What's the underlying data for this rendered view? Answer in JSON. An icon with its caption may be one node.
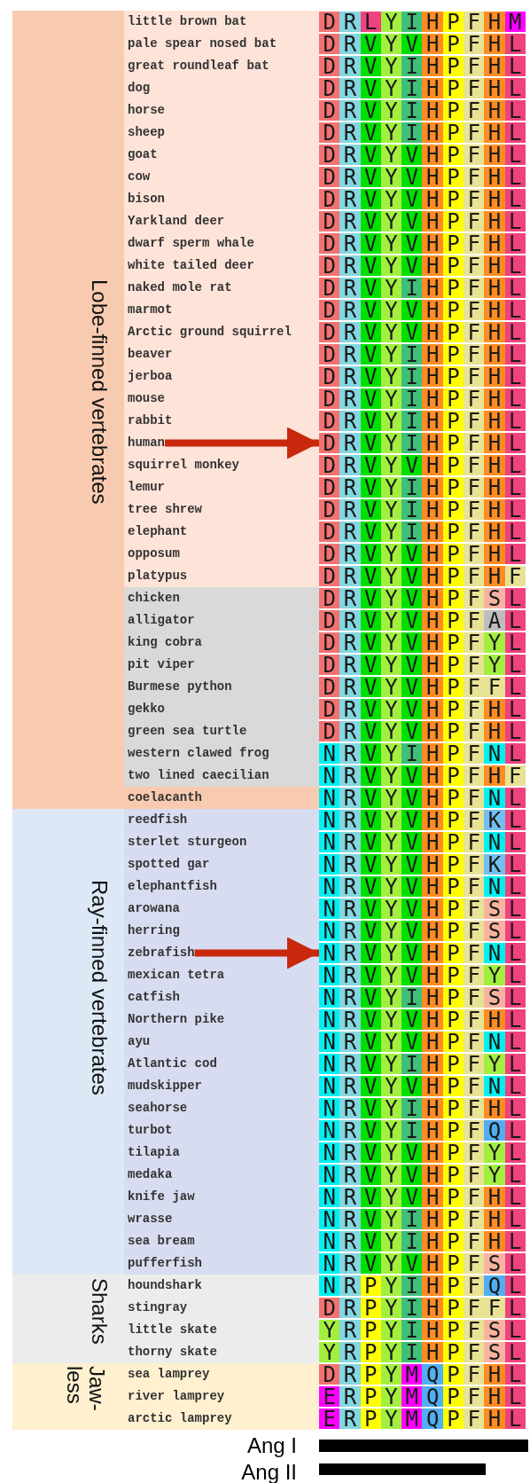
{
  "diagram": {
    "nodes": [
      {
        "text": [
          "Lobe-finned vertebrates"
        ]
      },
      {
        "text": [
          "Ray-finned vertebrates"
        ]
      },
      {
        "text": [
          "Sharks"
        ]
      },
      {
        "text": [
          "Jaw-less"
        ]
      },
      {
        "text": [
          "little brown bat"
        ],
        "in": 0
      },
      {
        "text": [
          "DRLYIHPFHM"
        ]
      },
      {
        "text": [
          "pale spear nosed bat"
        ],
        "in": 0
      },
      {
        "text": [
          "DRVYVHPFHL"
        ]
      },
      {
        "text": [
          "great roundleaf bat"
        ],
        "in": 0
      },
      {
        "text": [
          "DRVYIHPFHL"
        ]
      },
      {
        "text": [
          "dog"
        ],
        "in": 0
      },
      {
        "text": [
          "DRVYIHPFHL"
        ]
      },
      {
        "text": [
          "horse"
        ],
        "in": 0
      },
      {
        "text": [
          "DRVYIHPFHL"
        ]
      },
      {
        "text": [
          "sheep"
        ],
        "in": 0
      },
      {
        "text": [
          "DRVYIHPFHL"
        ]
      },
      {
        "text": [
          "goat"
        ],
        "in": 0
      },
      {
        "text": [
          "DRVYVHPFHL"
        ]
      },
      {
        "text": [
          "cow"
        ],
        "in": 0
      },
      {
        "text": [
          "DRVYVHPFHL"
        ]
      },
      {
        "text": [
          "bison"
        ],
        "in": 0
      },
      {
        "text": [
          "DRVYVHPFHL"
        ]
      },
      {
        "text": [
          "Yarkland deer"
        ],
        "in": 0
      },
      {
        "text": [
          "DRVYVHPFHL"
        ]
      },
      {
        "text": [
          "dwarf sperm whale"
        ],
        "in": 0
      },
      {
        "text": [
          "DRVYVHPFHL"
        ]
      },
      {
        "text": [
          "white tailed deer"
        ],
        "in": 0
      },
      {
        "text": [
          "DRVYVHPFHL"
        ]
      },
      {
        "text": [
          "naked mole rat"
        ],
        "in": 0
      },
      {
        "text": [
          "DRVYIHPFHL"
        ]
      },
      {
        "text": [
          "marmot"
        ],
        "in": 0
      },
      {
        "text": [
          "DRVYVHPFHL"
        ]
      },
      {
        "text": [
          "Arctic ground squirrel"
        ],
        "in": 0
      },
      {
        "text": [
          "DRVYVHPFHL"
        ]
      },
      {
        "text": [
          "beaver"
        ],
        "in": 0
      },
      {
        "text": [
          "DRVYIHPFHL"
        ]
      },
      {
        "text": [
          "jerboa"
        ],
        "in": 0
      },
      {
        "text": [
          "DRVYIHPFHL"
        ]
      },
      {
        "text": [
          "mouse"
        ],
        "in": 0
      },
      {
        "text": [
          "DRVYIHPFHL"
        ]
      },
      {
        "text": [
          "rabbit"
        ],
        "in": 0
      },
      {
        "text": [
          "DRVYIHPFHL"
        ]
      },
      {
        "text": [
          "human"
        ],
        "in": 0
      },
      {
        "text": [
          "DRVYIHPFHL"
        ]
      },
      {
        "text": [
          "squirrel monkey"
        ],
        "in": 0
      },
      {
        "text": [
          "DRVYVHPFHL"
        ]
      },
      {
        "text": [
          "lemur"
        ],
        "in": 0
      },
      {
        "text": [
          "DRVYIHPFHL"
        ]
      },
      {
        "text": [
          "tree shrew"
        ],
        "in": 0
      },
      {
        "text": [
          "DRVYIHPFHL"
        ]
      },
      {
        "text": [
          "elephant"
        ],
        "in": 0
      },
      {
        "text": [
          "DRVYIHPFHL"
        ]
      },
      {
        "text": [
          "opposum"
        ],
        "in": 0
      },
      {
        "text": [
          "DRVYVHPFHL"
        ]
      },
      {
        "text": [
          "platypus"
        ],
        "in": 0
      },
      {
        "text": [
          "DRVYVHPFHF"
        ]
      },
      {
        "text": [
          "chicken"
        ],
        "in": 0
      },
      {
        "text": [
          "DRVYVHPFSL"
        ]
      },
      {
        "text": [
          "alligator"
        ],
        "in": 0
      },
      {
        "text": [
          "DRVYVHPFAL"
        ]
      },
      {
        "text": [
          "king cobra"
        ],
        "in": 0
      },
      {
        "text": [
          "DRVYVHPFYL"
        ]
      },
      {
        "text": [
          "pit viper"
        ],
        "in": 0
      },
      {
        "text": [
          "DRVYVHPFYL"
        ]
      },
      {
        "text": [
          "Burmese python"
        ],
        "in": 0
      },
      {
        "text": [
          "DRVYVHPFFL"
        ]
      },
      {
        "text": [
          "gekko"
        ],
        "in": 0
      },
      {
        "text": [
          "DRVYVHPFHL"
        ]
      },
      {
        "text": [
          "green sea turtle"
        ],
        "in": 0
      },
      {
        "text": [
          "DRVYVHPFHL"
        ]
      },
      {
        "text": [
          "western clawed frog"
        ],
        "in": 0
      },
      {
        "text": [
          "NRVYIHPFNL"
        ]
      },
      {
        "text": [
          "two lined caecilian"
        ],
        "in": 0
      },
      {
        "text": [
          "NRVYVHPFHF"
        ]
      },
      {
        "text": [
          "coelacanth"
        ],
        "in": 0
      },
      {
        "text": [
          "NRVYVHPFNL"
        ]
      },
      {
        "text": [
          "reedfish"
        ],
        "in": 1
      },
      {
        "text": [
          "NRVYVHPFKL"
        ]
      },
      {
        "text": [
          "sterlet sturgeon"
        ],
        "in": 1
      },
      {
        "text": [
          "NRVYVHPFNL"
        ]
      },
      {
        "text": [
          "spotted gar"
        ],
        "in": 1
      },
      {
        "text": [
          "NRVYVHPFKL"
        ]
      },
      {
        "text": [
          "elephantfish"
        ],
        "in": 1
      },
      {
        "text": [
          "NRVYVHPFNL"
        ]
      },
      {
        "text": [
          "arowana"
        ],
        "in": 1
      },
      {
        "text": [
          "NRVYVHPFSL"
        ]
      },
      {
        "text": [
          "herring"
        ],
        "in": 1
      },
      {
        "text": [
          "NRVYVHPFSL"
        ]
      },
      {
        "text": [
          "zebrafish"
        ],
        "in": 1
      },
      {
        "text": [
          "NRVYVHPFNL"
        ]
      },
      {
        "text": [
          "mexican tetra"
        ],
        "in": 1
      },
      {
        "text": [
          "NRVYVHPFYL"
        ]
      },
      {
        "text": [
          "catfish"
        ],
        "in": 1
      },
      {
        "text": [
          "NRVYIHPFSL"
        ]
      },
      {
        "text": [
          "Northern pike"
        ],
        "in": 1
      },
      {
        "text": [
          "NRVYVHPFHL"
        ]
      },
      {
        "text": [
          "ayu"
        ],
        "in": 1
      },
      {
        "text": [
          "NRVYVHPFNL"
        ]
      },
      {
        "text": [
          "Atlantic cod"
        ],
        "in": 1
      },
      {
        "text": [
          "NRVYIHPFYL"
        ]
      },
      {
        "text": [
          "mudskipper"
        ],
        "in": 1
      },
      {
        "text": [
          "NRVYVHPFNL"
        ]
      },
      {
        "text": [
          "seahorse"
        ],
        "in": 1
      },
      {
        "text": [
          "NRVYIHPFHL"
        ]
      },
      {
        "text": [
          "turbot"
        ],
        "in": 1
      },
      {
        "text": [
          "NRVYIHPFQL"
        ]
      },
      {
        "text": [
          "tilapia"
        ],
        "in": 1
      },
      {
        "text": [
          "NRVYVHPFYL"
        ]
      },
      {
        "text": [
          "medaka"
        ],
        "in": 1
      },
      {
        "text": [
          "NRVYVHPFYL"
        ]
      },
      {
        "text": [
          "knife jaw"
        ],
        "in": 1
      },
      {
        "text": [
          "NRVYVHPFHL"
        ]
      },
      {
        "text": [
          "wrasse"
        ],
        "in": 1
      },
      {
        "text": [
          "NRVYIHPFHL"
        ]
      },
      {
        "text": [
          "sea bream"
        ],
        "in": 1
      },
      {
        "text": [
          "NRVYIHPFHL"
        ]
      },
      {
        "text": [
          "pufferfish"
        ],
        "in": 1
      },
      {
        "text": [
          "NRVYVHPFSL"
        ]
      },
      {
        "text": [
          "houndshark"
        ],
        "in": 2
      },
      {
        "text": [
          "NRPYIHPFQL"
        ]
      },
      {
        "text": [
          "stingray"
        ],
        "in": 2
      },
      {
        "text": [
          "DRPYIHPFFL"
        ]
      },
      {
        "text": [
          "little skate"
        ],
        "in": 2
      },
      {
        "text": [
          "YRPYIHPFSL"
        ]
      },
      {
        "text": [
          "thorny skate"
        ],
        "in": 2
      },
      {
        "text": [
          "YRPYIHPFSL"
        ]
      },
      {
        "text": [
          "sea lamprey"
        ],
        "in": 3
      },
      {
        "text": [
          "DRPYMQPFHL"
        ]
      },
      {
        "text": [
          "river lamprey"
        ],
        "in": 3
      },
      {
        "text": [
          "ERPYMQPFHL"
        ]
      },
      {
        "text": [
          "arctic lamprey"
        ],
        "in": 3
      },
      {
        "text": [
          "ERPYMQPFHL"
        ]
      },
      {
        "text": [],
        "shape": "bar",
        "beside": [
          "Ang I"
        ]
      },
      {
        "text": [],
        "shape": "bar",
        "beside": [
          "Ang II"
        ]
      }
    ],
    "edges": [
      {
        "from": 42,
        "to": 43,
        "arrow": "to"
      },
      {
        "from": 88,
        "to": 89,
        "arrow": "to"
      }
    ]
  }
}
